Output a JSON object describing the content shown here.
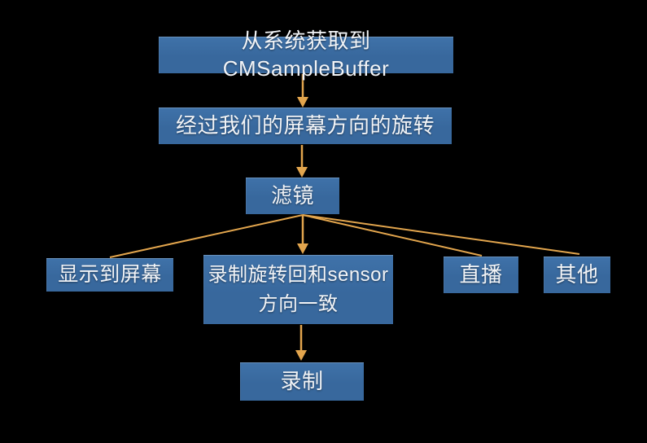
{
  "diagram": {
    "type": "flowchart",
    "background": "#000000",
    "colors": {
      "box_fill": "#38689D",
      "box_text": "#F2F4F7",
      "arrow": "#E2A54D"
    },
    "nodes": {
      "source": {
        "label": "从系统获取到CMSampleBuffer"
      },
      "rotate": {
        "label": "经过我们的屏幕方向的旋转"
      },
      "filter": {
        "label": "滤镜"
      },
      "display": {
        "label": "显示到屏幕"
      },
      "record_rotate": {
        "label": "录制旋转回和sensor方向一致",
        "line1": "录制旋转回和sensor",
        "line2": "方向一致"
      },
      "live": {
        "label": "直播"
      },
      "other": {
        "label": "其他"
      },
      "record": {
        "label": "录制"
      }
    },
    "edges": [
      {
        "from": "source",
        "to": "rotate",
        "arrowhead": true
      },
      {
        "from": "rotate",
        "to": "filter",
        "arrowhead": true
      },
      {
        "from": "filter",
        "to": "display",
        "arrowhead": false
      },
      {
        "from": "filter",
        "to": "record_rotate",
        "arrowhead": true
      },
      {
        "from": "filter",
        "to": "live",
        "arrowhead": false
      },
      {
        "from": "filter",
        "to": "other",
        "arrowhead": false
      },
      {
        "from": "record_rotate",
        "to": "record",
        "arrowhead": true
      }
    ]
  }
}
